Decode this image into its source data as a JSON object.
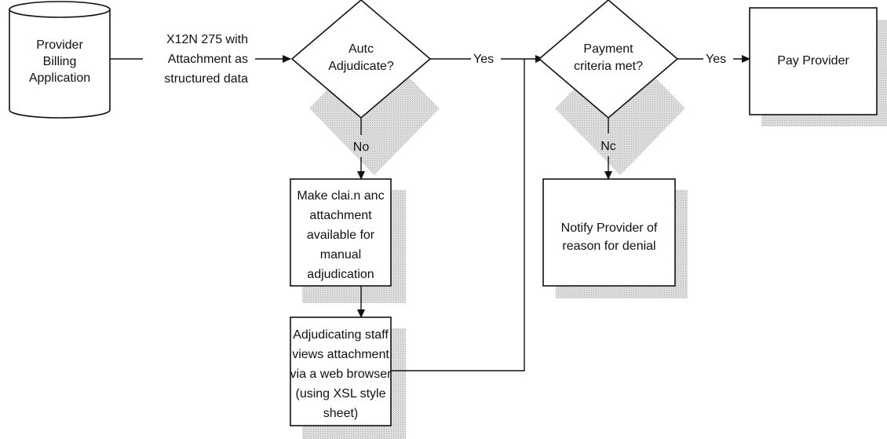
{
  "diagram": {
    "provider_app": [
      "Provider",
      "Billing",
      "Application"
    ],
    "input_label": [
      "X12N 275 with",
      "Attachment as",
      "structured data"
    ],
    "auto_decision": [
      "Autc",
      "Adjudicate?"
    ],
    "yes_label_1": "Yes",
    "no_label_1": "No",
    "manual_box": [
      "Make clai.n anc",
      "attachment",
      "available for",
      "manual",
      "adjudication"
    ],
    "staff_box": [
      "Adjudicating staff",
      "views attachment",
      "via a web browser",
      "(using XSL style",
      "sheet)"
    ],
    "payment_decision": [
      "Payment",
      "criteria met?"
    ],
    "yes_label_2": "Yes",
    "no_label_2": "Nc",
    "notify_box": [
      "Notify Provider of",
      "reason for denial"
    ],
    "pay_box": "Pay Provider"
  }
}
